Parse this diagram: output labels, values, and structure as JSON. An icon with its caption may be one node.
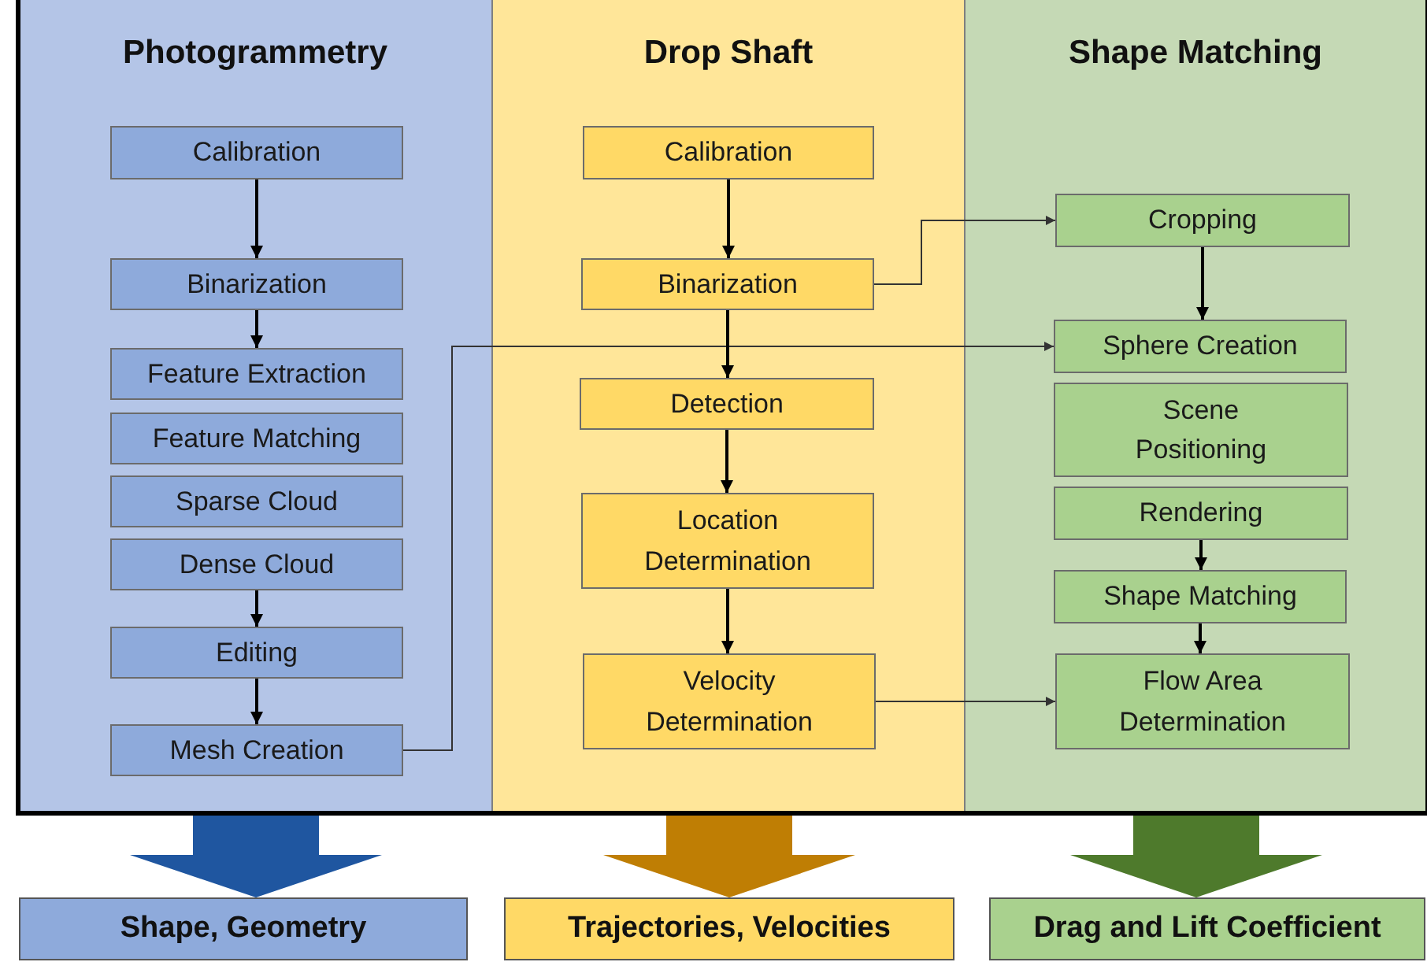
{
  "diagram": {
    "nodes": [
      {
        "text": [
          "Photogrammetry"
        ]
      },
      {
        "text": [
          "Calibration"
        ],
        "in": 0
      },
      {
        "text": [
          "Binarization"
        ],
        "in": 0
      },
      {
        "text": [
          "Feature Extraction"
        ],
        "in": 0
      },
      {
        "text": [
          "Feature Matching"
        ],
        "in": 0
      },
      {
        "text": [
          "Sparse Cloud"
        ],
        "in": 0
      },
      {
        "text": [
          "Dense Cloud"
        ],
        "in": 0
      },
      {
        "text": [
          "Editing"
        ],
        "in": 0
      },
      {
        "text": [
          "Mesh Creation"
        ],
        "in": 0
      },
      {
        "text": [
          "Drop Shaft"
        ]
      },
      {
        "text": [
          "Calibration"
        ],
        "in": 9
      },
      {
        "text": [
          "Binarization"
        ],
        "in": 9
      },
      {
        "text": [
          "Detection"
        ],
        "in": 9
      },
      {
        "text": [
          "Location Determination"
        ],
        "in": 9
      },
      {
        "text": [
          "Velocity Determination"
        ],
        "in": 9
      },
      {
        "text": [
          "Shape Matching"
        ]
      },
      {
        "text": [
          "Cropping"
        ],
        "in": 15
      },
      {
        "text": [
          "Sphere Creation"
        ],
        "in": 15
      },
      {
        "text": [
          "Scene Positioning"
        ],
        "in": 15
      },
      {
        "text": [
          "Rendering"
        ],
        "in": 15
      },
      {
        "text": [
          "Shape Matching"
        ],
        "in": 15
      },
      {
        "text": [
          "Flow Area Determination"
        ],
        "in": 15
      },
      {
        "text": [
          "Shape, Geometry"
        ]
      },
      {
        "text": [
          "Trajectories, Velocities"
        ]
      },
      {
        "text": [
          "Drag and Lift Coefficient"
        ]
      }
    ],
    "edges": [
      {
        "from": 1,
        "to": 2,
        "arrow": "to"
      },
      {
        "from": 2,
        "to": 3,
        "arrow": "to"
      },
      {
        "from": 6,
        "to": 7,
        "arrow": "to"
      },
      {
        "from": 7,
        "to": 8,
        "arrow": "to"
      },
      {
        "from": 8,
        "to": 17,
        "arrow": "to"
      },
      {
        "from": 10,
        "to": 11,
        "arrow": "to"
      },
      {
        "from": 11,
        "to": 12,
        "arrow": "to"
      },
      {
        "from": 12,
        "to": 13,
        "arrow": "to"
      },
      {
        "from": 13,
        "to": 14,
        "arrow": "to"
      },
      {
        "from": 11,
        "to": 16,
        "arrow": "to"
      },
      {
        "from": 14,
        "to": 21,
        "arrow": "to"
      },
      {
        "from": 16,
        "to": 17,
        "arrow": "to"
      },
      {
        "from": 19,
        "to": 20,
        "arrow": "to"
      },
      {
        "from": 20,
        "to": 21,
        "arrow": "to"
      },
      {
        "from": 0,
        "to": 22,
        "arrow": "to",
        "style": "thick",
        "color": "#1f56a0"
      },
      {
        "from": 9,
        "to": 23,
        "arrow": "to",
        "style": "thick",
        "color": "#bf7e04"
      },
      {
        "from": 15,
        "to": 24,
        "arrow": "to",
        "style": "thick",
        "color": "#4e7a2c"
      }
    ]
  }
}
